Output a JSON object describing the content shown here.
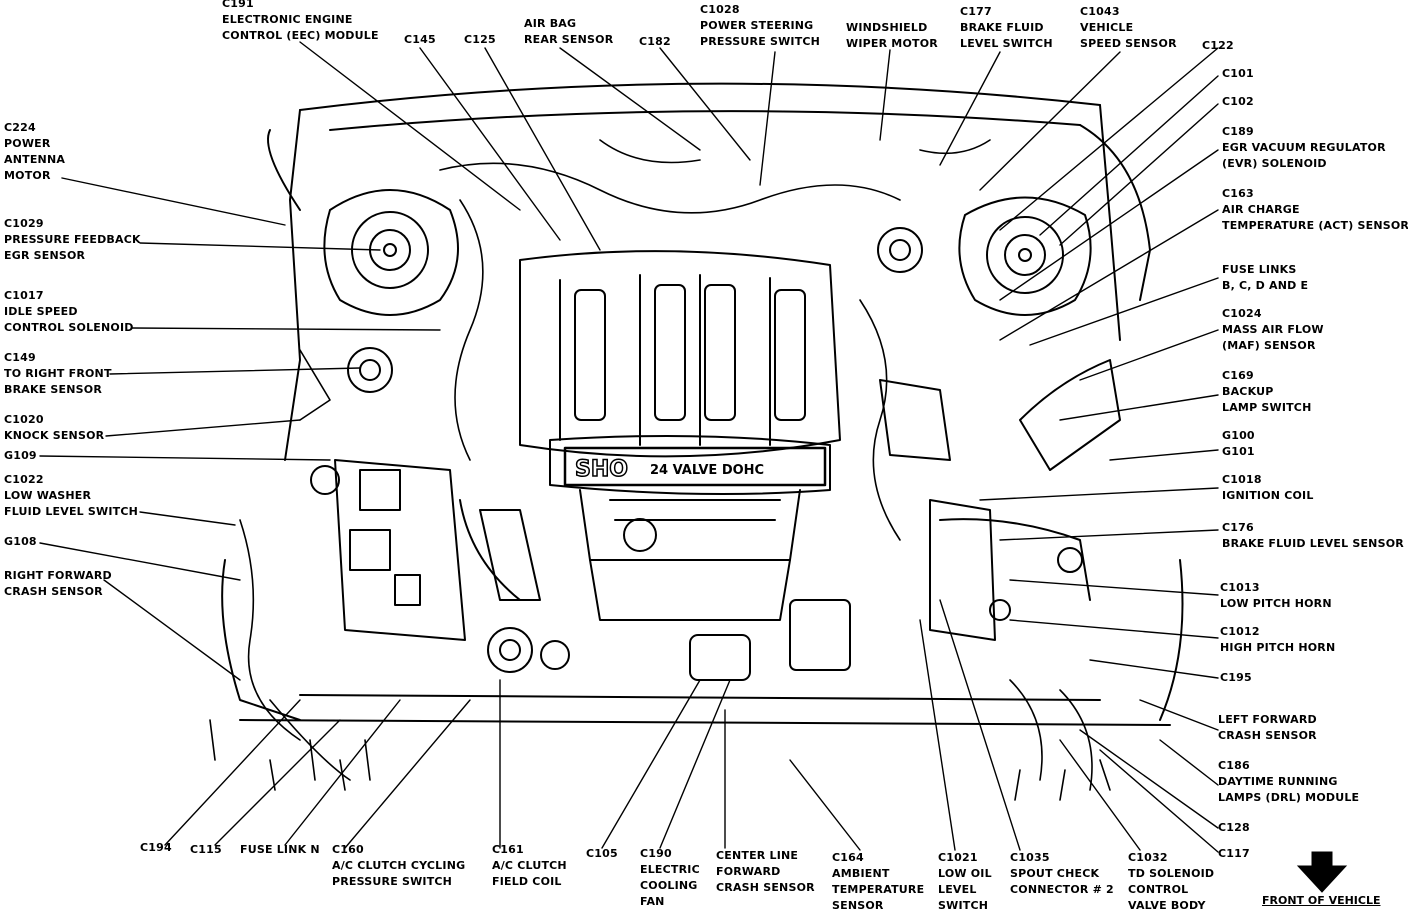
{
  "labels": {
    "c191": [
      "C191",
      "ELECTRONIC ENGINE",
      "CONTROL (EEC) MODULE"
    ],
    "c145": [
      "C145"
    ],
    "c125": [
      "C125"
    ],
    "airbag_rear": [
      "AIR BAG",
      "REAR SENSOR"
    ],
    "c182": [
      "C182"
    ],
    "c1028": [
      "C1028",
      "POWER STEERING",
      "PRESSURE SWITCH"
    ],
    "windshield_wiper": [
      "WINDSHIELD",
      "WIPER MOTOR"
    ],
    "c177": [
      "C177",
      "BRAKE FLUID",
      "LEVEL SWITCH"
    ],
    "c1043": [
      "C1043",
      "VEHICLE",
      "SPEED SENSOR"
    ],
    "c122": [
      "C122"
    ],
    "c224": [
      "C224",
      "POWER",
      "ANTENNA",
      "MOTOR"
    ],
    "c1029": [
      "C1029",
      "PRESSURE FEEDBACK",
      "EGR SENSOR"
    ],
    "c1017": [
      "C1017",
      "IDLE SPEED",
      "CONTROL SOLENOID"
    ],
    "c149": [
      "C149",
      "TO RIGHT FRONT",
      "BRAKE SENSOR"
    ],
    "c1020": [
      "C1020",
      "KNOCK SENSOR"
    ],
    "g109": [
      "G109"
    ],
    "c1022": [
      "C1022",
      "LOW WASHER",
      "FLUID LEVEL SWITCH"
    ],
    "g108": [
      "G108"
    ],
    "right_forward_crash": [
      "RIGHT FORWARD",
      "CRASH SENSOR"
    ],
    "c101": [
      "C101"
    ],
    "c102": [
      "C102"
    ],
    "c189": [
      "C189",
      "EGR VACUUM REGULATOR",
      "(EVR) SOLENOID"
    ],
    "c163": [
      "C163",
      "AIR CHARGE",
      "TEMPERATURE (ACT) SENSOR"
    ],
    "fuse_links": [
      "FUSE LINKS",
      "B, C, D AND E"
    ],
    "c1024": [
      "C1024",
      "MASS AIR FLOW",
      "(MAF) SENSOR"
    ],
    "c169": [
      "C169",
      "BACKUP",
      "LAMP SWITCH"
    ],
    "g100": [
      "G100",
      "G101"
    ],
    "c1018": [
      "C1018",
      "IGNITION COIL"
    ],
    "c176": [
      "C176",
      "BRAKE FLUID LEVEL SENSOR"
    ],
    "c1013": [
      "C1013",
      "LOW PITCH HORN"
    ],
    "c1012": [
      "C1012",
      "HIGH PITCH HORN"
    ],
    "c195": [
      "C195"
    ],
    "left_forward_crash": [
      "LEFT FORWARD",
      "CRASH SENSOR"
    ],
    "c186": [
      "C186",
      "DAYTIME RUNNING",
      "LAMPS (DRL) MODULE"
    ],
    "c128": [
      "C128"
    ],
    "c117": [
      "C117"
    ],
    "c194": [
      "C194"
    ],
    "c115": [
      "C115"
    ],
    "fuse_link_n": [
      "FUSE LINK N"
    ],
    "c160": [
      "C160",
      "A/C CLUTCH CYCLING",
      "PRESSURE SWITCH"
    ],
    "c161": [
      "C161",
      "A/C CLUTCH",
      "FIELD COIL"
    ],
    "c105": [
      "C105"
    ],
    "c190": [
      "C190",
      "ELECTRIC",
      "COOLING",
      "FAN"
    ],
    "center_line": [
      "CENTER LINE",
      "FORWARD",
      "CRASH SENSOR"
    ],
    "c164": [
      "C164",
      "AMBIENT",
      "TEMPERATURE",
      "SENSOR"
    ],
    "c1021": [
      "C1021",
      "LOW OIL",
      "LEVEL",
      "SWITCH"
    ],
    "c1035": [
      "C1035",
      "SPOUT CHECK",
      "CONNECTOR # 2"
    ],
    "c1032": [
      "C1032",
      "TD SOLENOID",
      "CONTROL",
      "VALVE BODY"
    ],
    "front_of_vehicle": "FRONT OF VEHICLE"
  },
  "engine_badge": [
    "SHO",
    "24 VALVE DOHC"
  ],
  "colors": {
    "ink": "#000000",
    "paper": "#ffffff"
  }
}
